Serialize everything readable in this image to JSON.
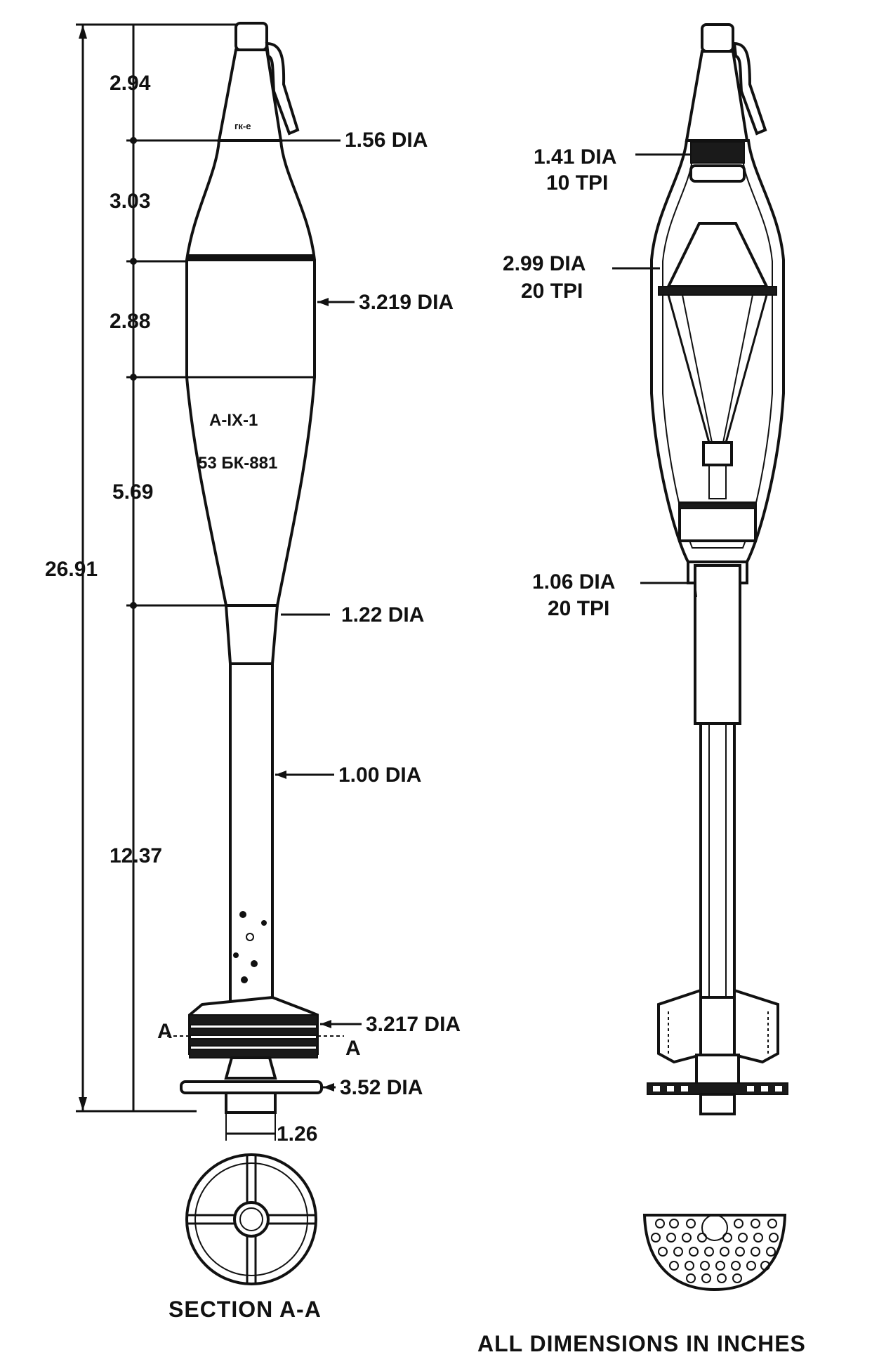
{
  "left_view": {
    "segments": [
      "2.94",
      "3.03",
      "2.88",
      "5.69",
      "12.37"
    ],
    "overall_length": "26.91",
    "callouts": {
      "fuze_dia": "1.56 DIA",
      "body_dia": "3.219 DIA",
      "tail_dia": "1.22 DIA",
      "boom_dia": "1.00 DIA",
      "band_dia": "3.217 DIA",
      "fin_dia": "3.52 DIA",
      "base_width": "1.26"
    },
    "markings": {
      "fuze_text": "гк-е",
      "line1": "A-IX-1",
      "line2": "53 БК-881"
    },
    "section_marks": [
      "A",
      "A"
    ]
  },
  "right_view": {
    "callouts": [
      {
        "dia": "1.41 DIA",
        "tpi": "10 TPI"
      },
      {
        "dia": "2.99 DIA",
        "tpi": "20 TPI"
      },
      {
        "dia": "1.06 DIA",
        "tpi": "20 TPI"
      }
    ]
  },
  "captions": {
    "section": "SECTION A-A",
    "units_note": "ALL DIMENSIONS IN INCHES"
  }
}
